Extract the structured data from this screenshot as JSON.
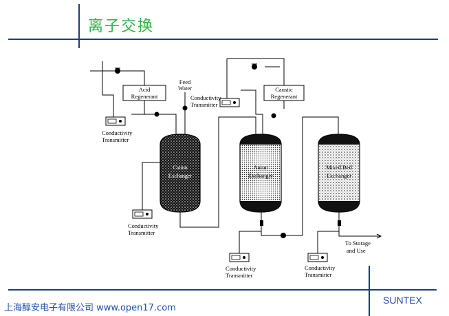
{
  "header": {
    "title": "离子交换"
  },
  "footer": {
    "company": "上海醇安电子有限公司 www.open17.com",
    "brand": "SUNTEX"
  },
  "diagram": {
    "acid_regenerant": [
      "Acid",
      "Regenerant"
    ],
    "caustic_regenerant": [
      "Caustic",
      "Regenerant"
    ],
    "feed_water": [
      "Feed",
      "Water"
    ],
    "conductivity_transmitter": [
      "Conductivity",
      "Transmitter"
    ],
    "storage": [
      "To Storage",
      "and Use"
    ],
    "vessels": {
      "cation": [
        "Cation",
        "Exchanger"
      ],
      "anion": [
        "Anion",
        "Exchanger"
      ],
      "mixed_bed": [
        "Mixed Bed",
        "Exchanger"
      ]
    }
  },
  "colors": {
    "title": "#2fb24a",
    "rule": "#1f3c7a",
    "footer_text": "#1f4fa8"
  }
}
